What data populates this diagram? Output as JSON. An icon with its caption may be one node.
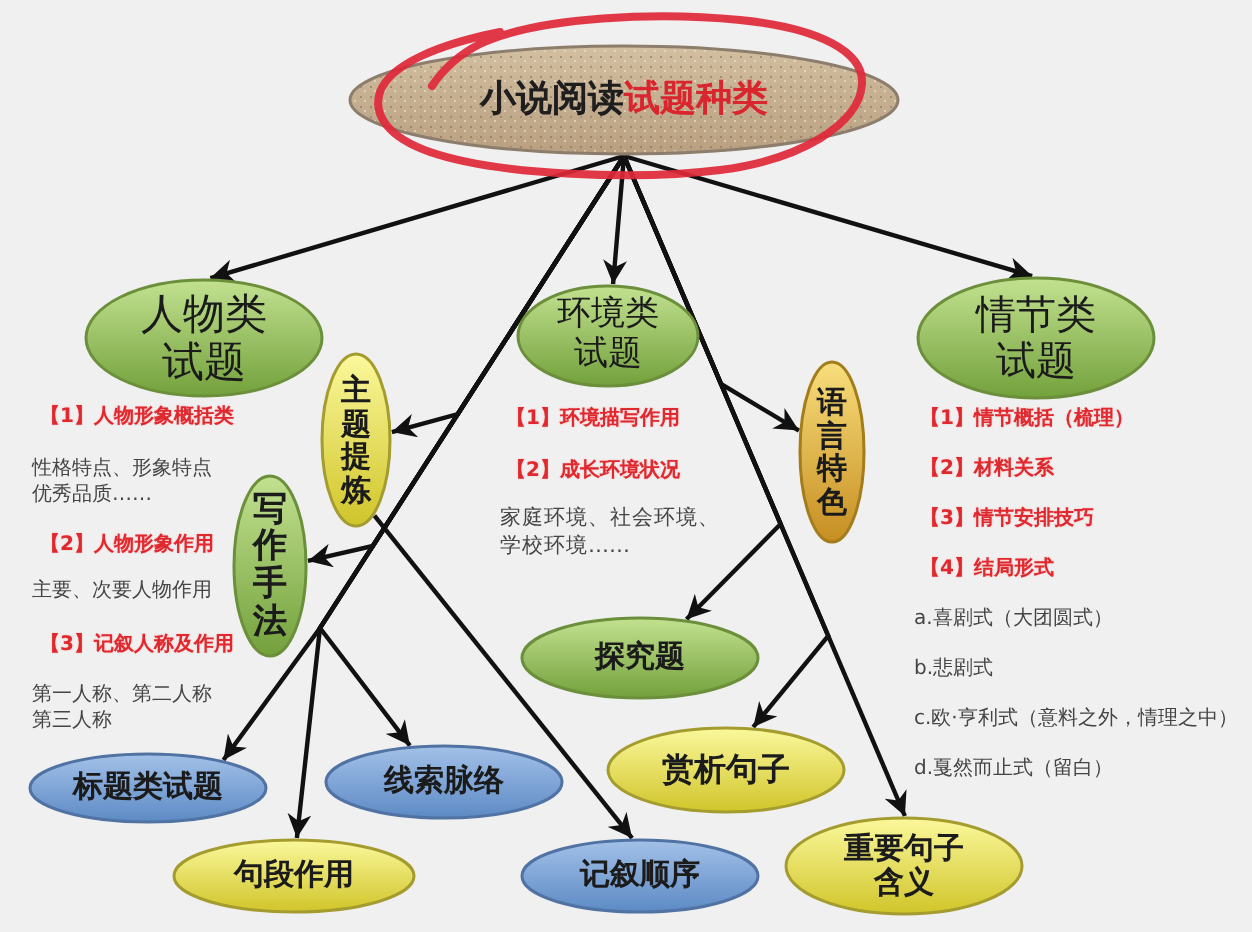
{
  "diagram": {
    "nodes": [
      {
        "text": [
          "小说阅读",
          "试题种类"
        ]
      },
      {
        "text": [
          "人物类试题"
        ]
      },
      {
        "text": [
          "环境类试题"
        ]
      },
      {
        "text": [
          "情节类试题"
        ]
      },
      {
        "text": [
          "主题提炼"
        ]
      },
      {
        "text": [
          "语言特色"
        ]
      },
      {
        "text": [
          "写作手法"
        ]
      },
      {
        "text": [
          "探究题"
        ]
      },
      {
        "text": [
          "标题类试题"
        ]
      },
      {
        "text": [
          "线索脉络"
        ]
      },
      {
        "text": [
          "赏析句子"
        ]
      },
      {
        "text": [
          "句段作用"
        ]
      },
      {
        "text": [
          "记叙顺序"
        ]
      },
      {
        "text": [
          "重要句子含义"
        ]
      }
    ],
    "edges": [
      {
        "from": 0,
        "to": 1,
        "arrow": "to"
      },
      {
        "from": 0,
        "to": 2,
        "arrow": "to"
      },
      {
        "from": 0,
        "to": 3,
        "arrow": "to"
      },
      {
        "from": 0,
        "to": 4,
        "arrow": "to"
      },
      {
        "from": 0,
        "to": 6,
        "arrow": "to"
      },
      {
        "from": 0,
        "to": 8,
        "arrow": "to"
      },
      {
        "from": 0,
        "to": 11,
        "arrow": "to"
      },
      {
        "from": 0,
        "to": 9,
        "arrow": "to"
      },
      {
        "from": 4,
        "to": 12,
        "arrow": "to"
      },
      {
        "from": 0,
        "to": 5,
        "arrow": "to"
      },
      {
        "from": 0,
        "to": 7,
        "arrow": "to"
      },
      {
        "from": 0,
        "to": 10,
        "arrow": "to"
      },
      {
        "from": 0,
        "to": 13,
        "arrow": "to"
      }
    ],
    "labels": [
      "【1】人物形象概括类",
      "性格特点、形象特点优秀品质……",
      "【2】人物形象作用",
      "主要、次要人物作用",
      "【3】记叙人称及作用",
      "第一人称、第二人称第三人称",
      "【1】环境描写作用",
      "【2】成长环境状况",
      "家庭环境、社会环境、学校环境……",
      "【1】情节概括（梳理）",
      "【2】材料关系",
      "【3】情节安排技巧",
      "【4】结局形式",
      "a.喜剧式（大团圆式）",
      "b.悲剧式",
      "c.欧·亨利式（意料之外，情理之中）",
      "d.戛然而止式（留白）"
    ]
  }
}
